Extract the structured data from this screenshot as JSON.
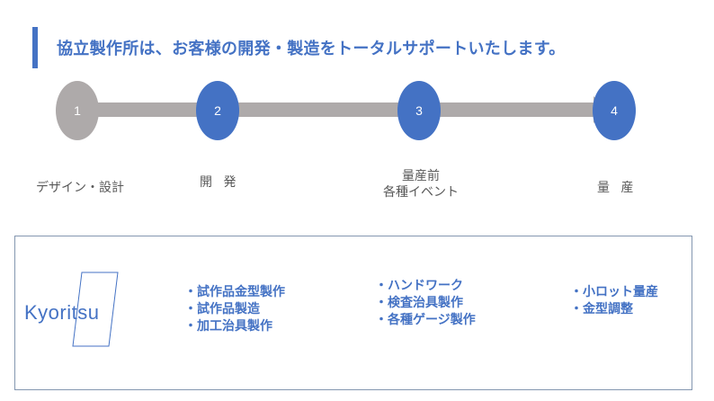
{
  "heading": "協立製作所は、お客様の開発・製造をトータルサポートいたします。",
  "steps": [
    {
      "number": "1",
      "label": "デザイン・設計"
    },
    {
      "number": "2",
      "label": "開 発"
    },
    {
      "number": "3",
      "label_lines": [
        "量産前",
        "各種イベント"
      ]
    },
    {
      "number": "4",
      "label": "量 産"
    }
  ],
  "logo": {
    "text": "Kyoritsu"
  },
  "services": [
    [
      "・試作品金型製作",
      "・試作品製造",
      "・加工治具製作"
    ],
    [
      "・ハンドワーク",
      "・検査治具製作",
      "・各種ゲージ製作"
    ],
    [
      "・小ロット量産",
      "・金型調整"
    ]
  ],
  "colors": {
    "accent": "#4472c4",
    "inactive": "#aeaaaa",
    "label": "#595959",
    "border": "#8497b0"
  }
}
